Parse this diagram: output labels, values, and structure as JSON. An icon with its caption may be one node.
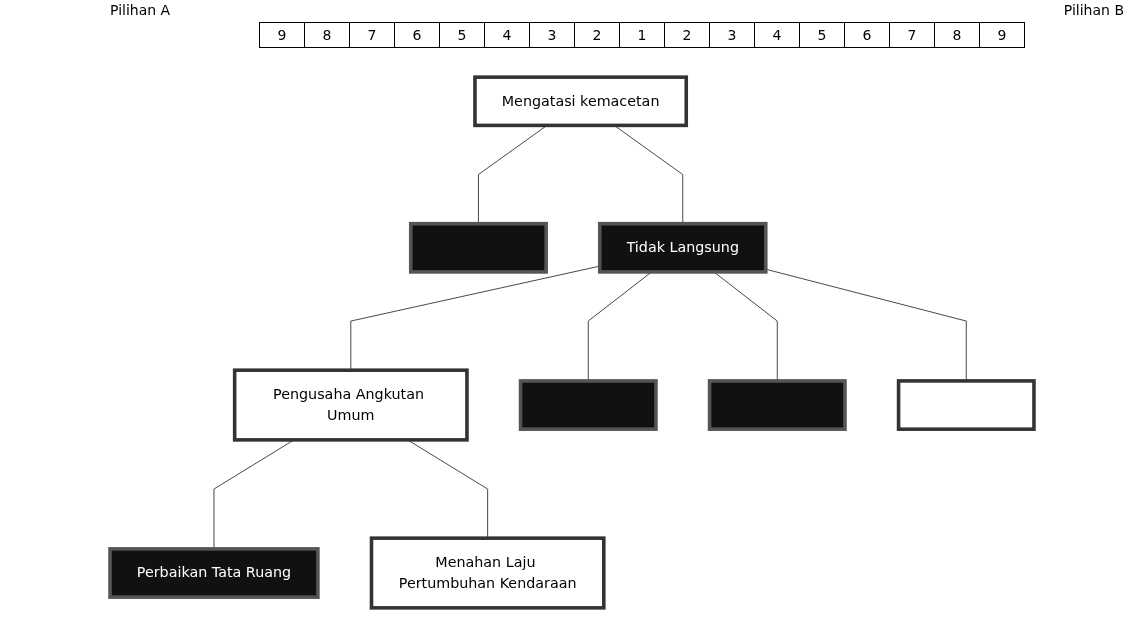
{
  "diagram": {
    "nodes": [
      {
        "text": [
          "Mengatasi kemacetan"
        ]
      },
      {
        "text": [],
        "shape": "box"
      },
      {
        "text": [
          "Tidak Langsung"
        ]
      },
      {
        "text": [
          "Pengusaha Angkutan Umum"
        ]
      },
      {
        "text": [],
        "shape": "box"
      },
      {
        "text": [],
        "shape": "box"
      },
      {
        "text": [],
        "shape": "box"
      },
      {
        "text": [
          "Perbaikan Tata Ruang"
        ]
      },
      {
        "text": [
          "Menahan Laju Pertumbuhan Kendaraan"
        ]
      }
    ],
    "edges": [
      {
        "from": 0,
        "to": 1,
        "arrow": "none"
      },
      {
        "from": 0,
        "to": 2,
        "arrow": "none"
      },
      {
        "from": 2,
        "to": 3,
        "arrow": "none"
      },
      {
        "from": 2,
        "to": 4,
        "arrow": "none"
      },
      {
        "from": 2,
        "to": 5,
        "arrow": "none"
      },
      {
        "from": 2,
        "to": 6,
        "arrow": "none"
      },
      {
        "from": 3,
        "to": 7,
        "arrow": "none"
      },
      {
        "from": 3,
        "to": 8,
        "arrow": "none"
      }
    ],
    "labels": [
      "Pilihan A",
      "Pilihan B",
      "9",
      "8",
      "7",
      "6",
      "5",
      "4",
      "3",
      "2",
      "1",
      "2",
      "3",
      "4",
      "5",
      "6",
      "7",
      "8",
      "9"
    ]
  }
}
